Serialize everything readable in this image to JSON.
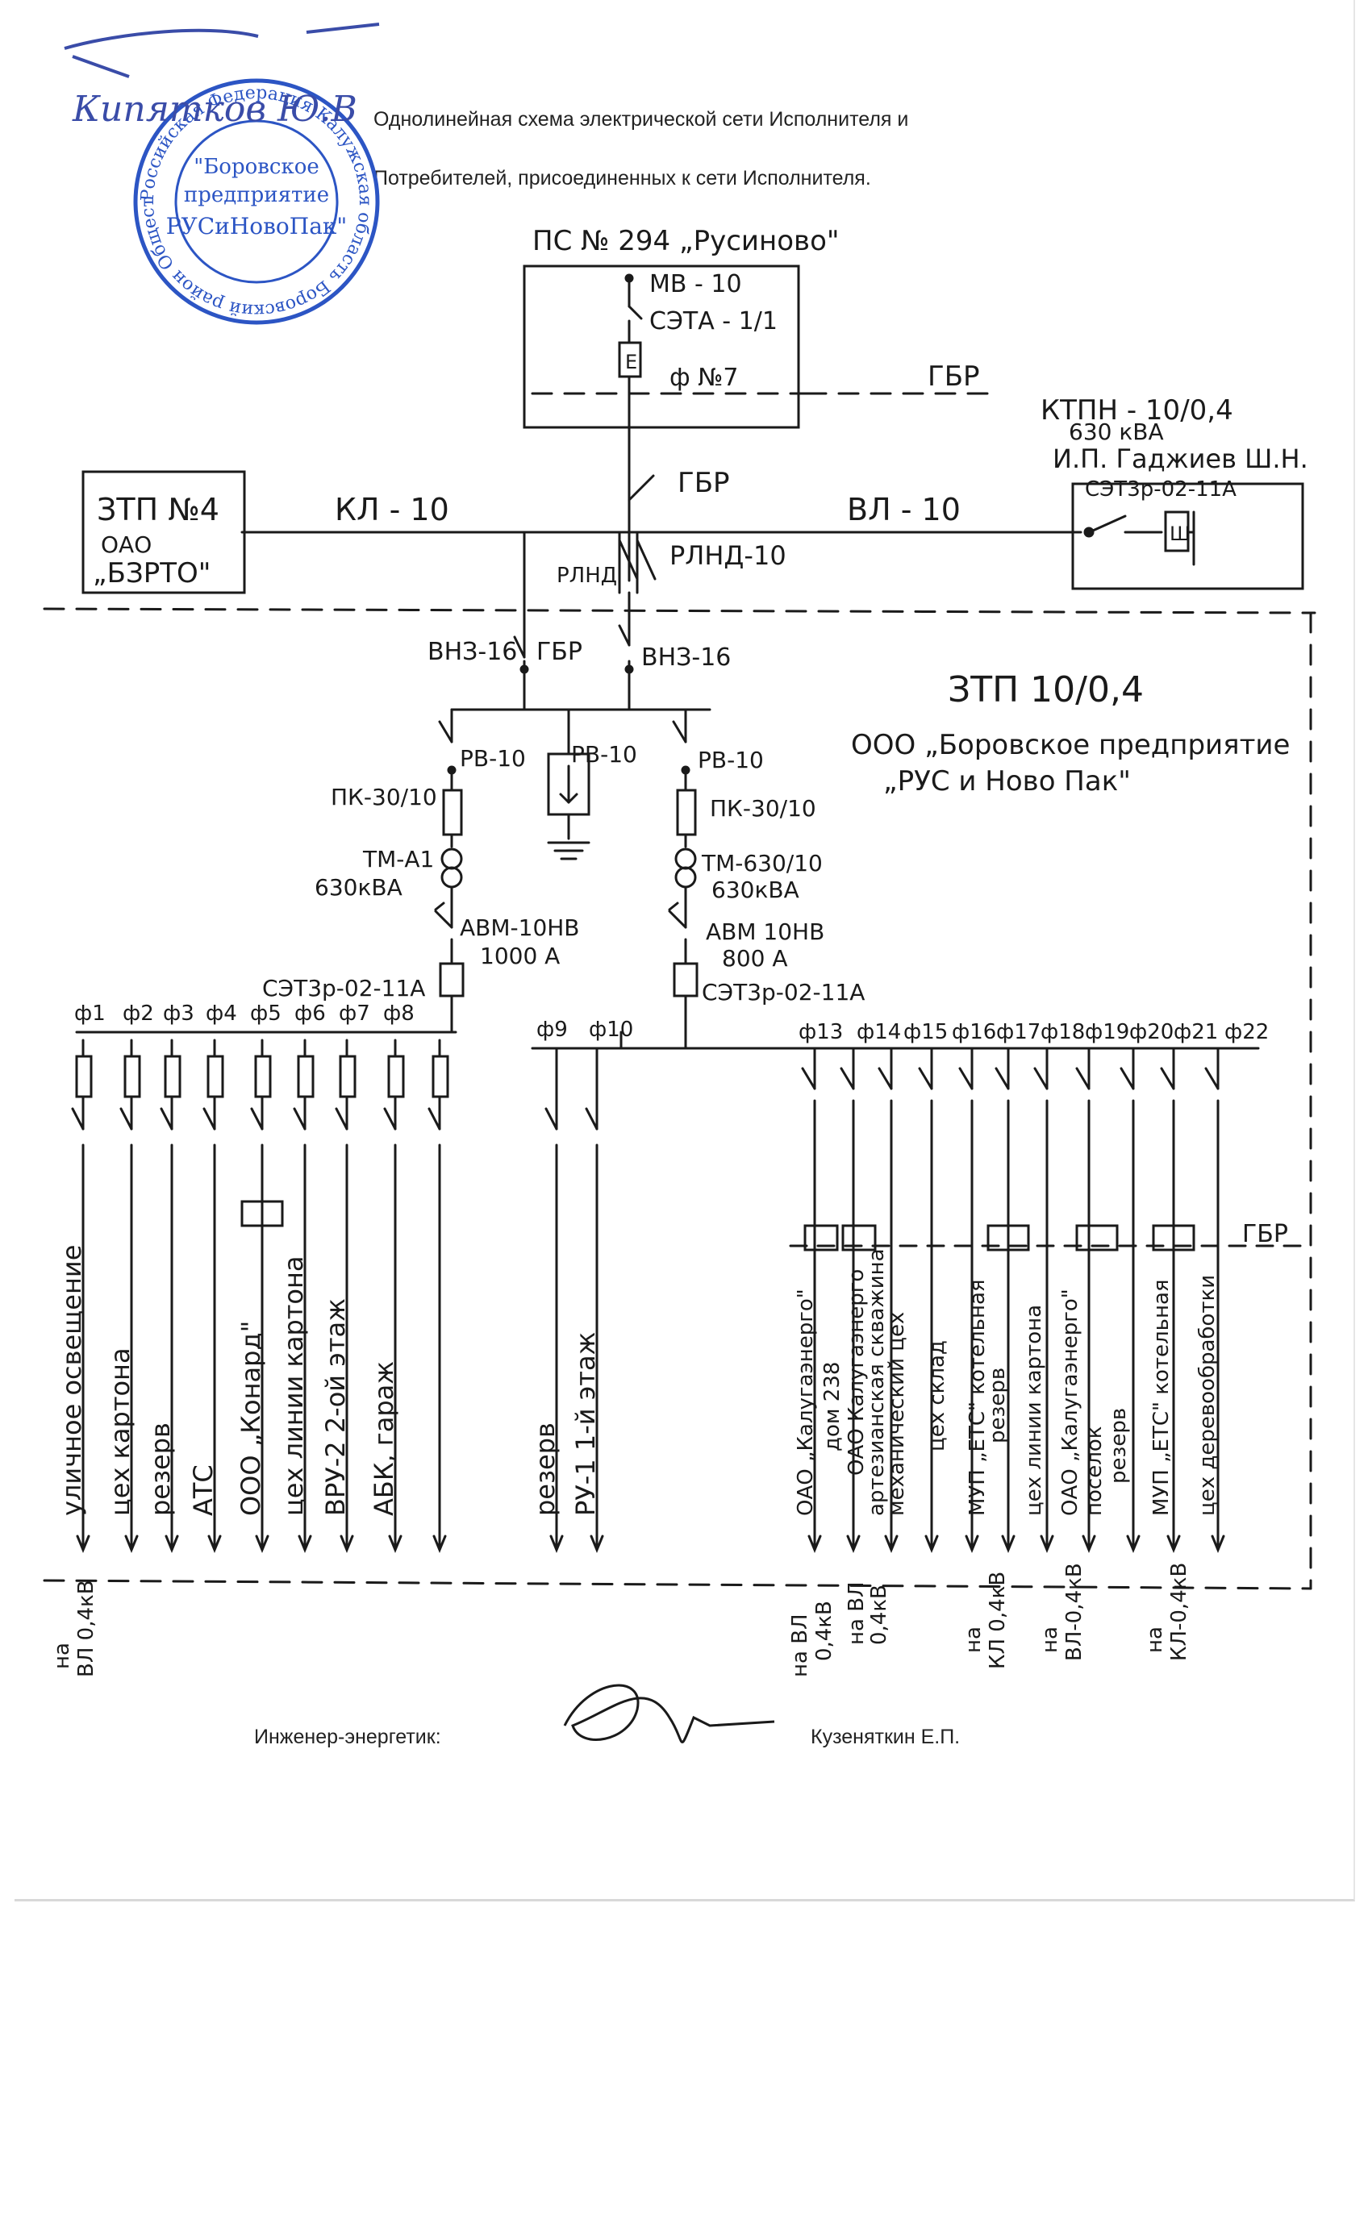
{
  "document": {
    "title_line1": "Однолинейная схема электрической сети Исполнителя и",
    "title_line2": "Потребителей, присоединенных к сети Исполнителя.",
    "signature_role": "Инженер-энергетик:",
    "signature_name": "Кузеняткин Е.П."
  },
  "stamp": {
    "outer_text": "Российская Федерация Калужская область Боровский район Общество с ограниченной ответственностью",
    "inner_line1": "\"Боровское",
    "inner_line2": "предприятие",
    "inner_line3": "РУСиНовоПак\"",
    "handwritten": "Кипятков Ю.В"
  },
  "substation": {
    "name": "ПС № 294 „Русиново\"",
    "breaker": "МВ - 10",
    "meter": "СЭТА - 1/1",
    "feeder": "ф №7",
    "boundary": "ГБР"
  },
  "ktpn": {
    "name": "КТПН - 10/0,4",
    "power": "630 кВА",
    "owner": "И.П. Гаджиев Ш.Н.",
    "meter": "СЭТ3р-02-11А",
    "meter_symbol": "Ш",
    "line": "ВЛ - 10"
  },
  "ztp4": {
    "name": "ЗТП №4",
    "org1": "ОАО",
    "org2": "„БЗРТО\"",
    "line": "КЛ - 10"
  },
  "disconnectors": {
    "gbr": "ГБР",
    "rlnd_right": "РЛНД-10",
    "rlnd_left": "РЛНД",
    "vnz_left": "ВНЗ-16",
    "vnz_right": "ВНЗ-16",
    "gbr_mid": "ГБР"
  },
  "ztp": {
    "name": "ЗТП 10/0,4",
    "org1": "ООО „Боровское предприятие",
    "org2": "„РУС и Ново Пак\""
  },
  "equipment": {
    "rv1": "РВ-10",
    "rv2": "РВ-10",
    "rv3": "РВ-10",
    "pk_left": "ПК-30/10",
    "pk_right": "ПК-30/10",
    "tr_left": "ТМ-А1",
    "tr_left_power": "630кВА",
    "tr_right": "ТМ-630/10",
    "tr_right_power": "630кВА",
    "avm_left": "АВМ-10НВ",
    "avm_left_current": "1000 А",
    "avm_right": "АВМ 10НВ",
    "avm_right_current": "800 А",
    "meter_left": "СЭТ3р-02-11А",
    "meter_right": "СЭТ3р-02-11А",
    "meter_symbol": "Е",
    "gbr_bottom": "ГБР"
  },
  "feeders_left": [
    {
      "id": "ф1",
      "load": "уличное освещение"
    },
    {
      "id": "ф2",
      "load": "цех картона"
    },
    {
      "id": "ф3",
      "load": "резерв"
    },
    {
      "id": "ф4",
      "load": "АТС"
    },
    {
      "id": "ф5",
      "load": "ООО „Конард\""
    },
    {
      "id": "ф6",
      "load": "цех линии картона"
    },
    {
      "id": "ф7",
      "load": "ВРУ-2  2-ой этаж"
    },
    {
      "id": "ф8",
      "load": "АБК, гараж"
    }
  ],
  "feeders_mid": [
    {
      "id": "ф9",
      "load": "резерв"
    },
    {
      "id": "ф10",
      "load": "РУ-1  1-й этаж"
    }
  ],
  "feeders_right": [
    {
      "id": "ф13",
      "load": "ОАО „Калугаэнерго\"",
      "load2": "дом 238"
    },
    {
      "id": "ф14",
      "load": "ОАО Калугаэнерго",
      "load2": "артезианская скважина"
    },
    {
      "id": "ф15",
      "load": "механический цех",
      "load2": ""
    },
    {
      "id": "ф16",
      "load": "цех склад",
      "load2": ""
    },
    {
      "id": "ф17",
      "load": "МУП „ЕТС\" котельная",
      "load2": "резерв"
    },
    {
      "id": "ф18",
      "load": "цех линии картона",
      "load2": ""
    },
    {
      "id": "ф19",
      "load": "ОАО „Калугаэнерго\"",
      "load2": "поселок"
    },
    {
      "id": "ф20",
      "load": "резерв",
      "load2": ""
    },
    {
      "id": "ф21",
      "load": "МУП „ЕТС\" котельная",
      "load2": ""
    },
    {
      "id": "ф22",
      "load": "цех деревообработки",
      "load2": ""
    }
  ],
  "destinations": {
    "left": [
      "на",
      "ВЛ 0,4кВ"
    ],
    "right1": [
      "на ВЛ",
      "0,4кВ"
    ],
    "right2": [
      "на ВЛ",
      "0,4кВ"
    ],
    "right3": [
      "на",
      "КЛ 0,4кВ"
    ],
    "right4": [
      "на",
      "ВЛ-0,4кВ"
    ],
    "right5": [
      "на",
      "КЛ-0,4кВ"
    ]
  },
  "colors": {
    "ink": "#1a1a1a",
    "stamp": "#2c55c4",
    "pen": "#3a4ca8"
  }
}
